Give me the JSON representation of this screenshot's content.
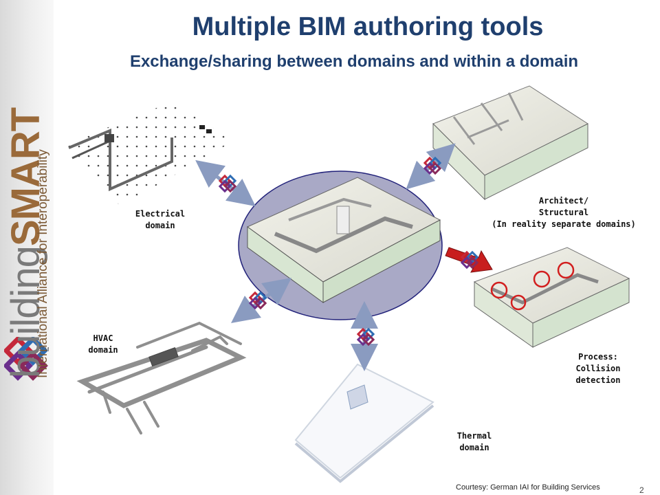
{
  "slide": {
    "title": "Multiple BIM authoring tools",
    "subtitle": "Exchange/sharing between domains and within a domain",
    "courtesy": "Courtesy: German IAI for Building Services",
    "page_number": "2"
  },
  "branding": {
    "building": "building",
    "smart": "SMART",
    "tagline": "International Alliance for Interoperability",
    "tm": "TM",
    "colors": {
      "smart": "#9a6a3a",
      "tagline": "#7c5a36"
    }
  },
  "domains": {
    "electrical": "Electrical\ndomain",
    "hvac": "HVAC\ndomain",
    "thermal": "Thermal\ndomain",
    "architect": "Architect/\nStructural\n(In reality separate domains)",
    "process": "Process:\nCollision\ndetection"
  },
  "colors": {
    "title": "#1f3f6e",
    "central_ellipse": "#a9a9c6",
    "arrow_exchange": "#8a9bc0",
    "arrow_process": "#c81e1e",
    "collision_circle": "#d21e1e"
  }
}
